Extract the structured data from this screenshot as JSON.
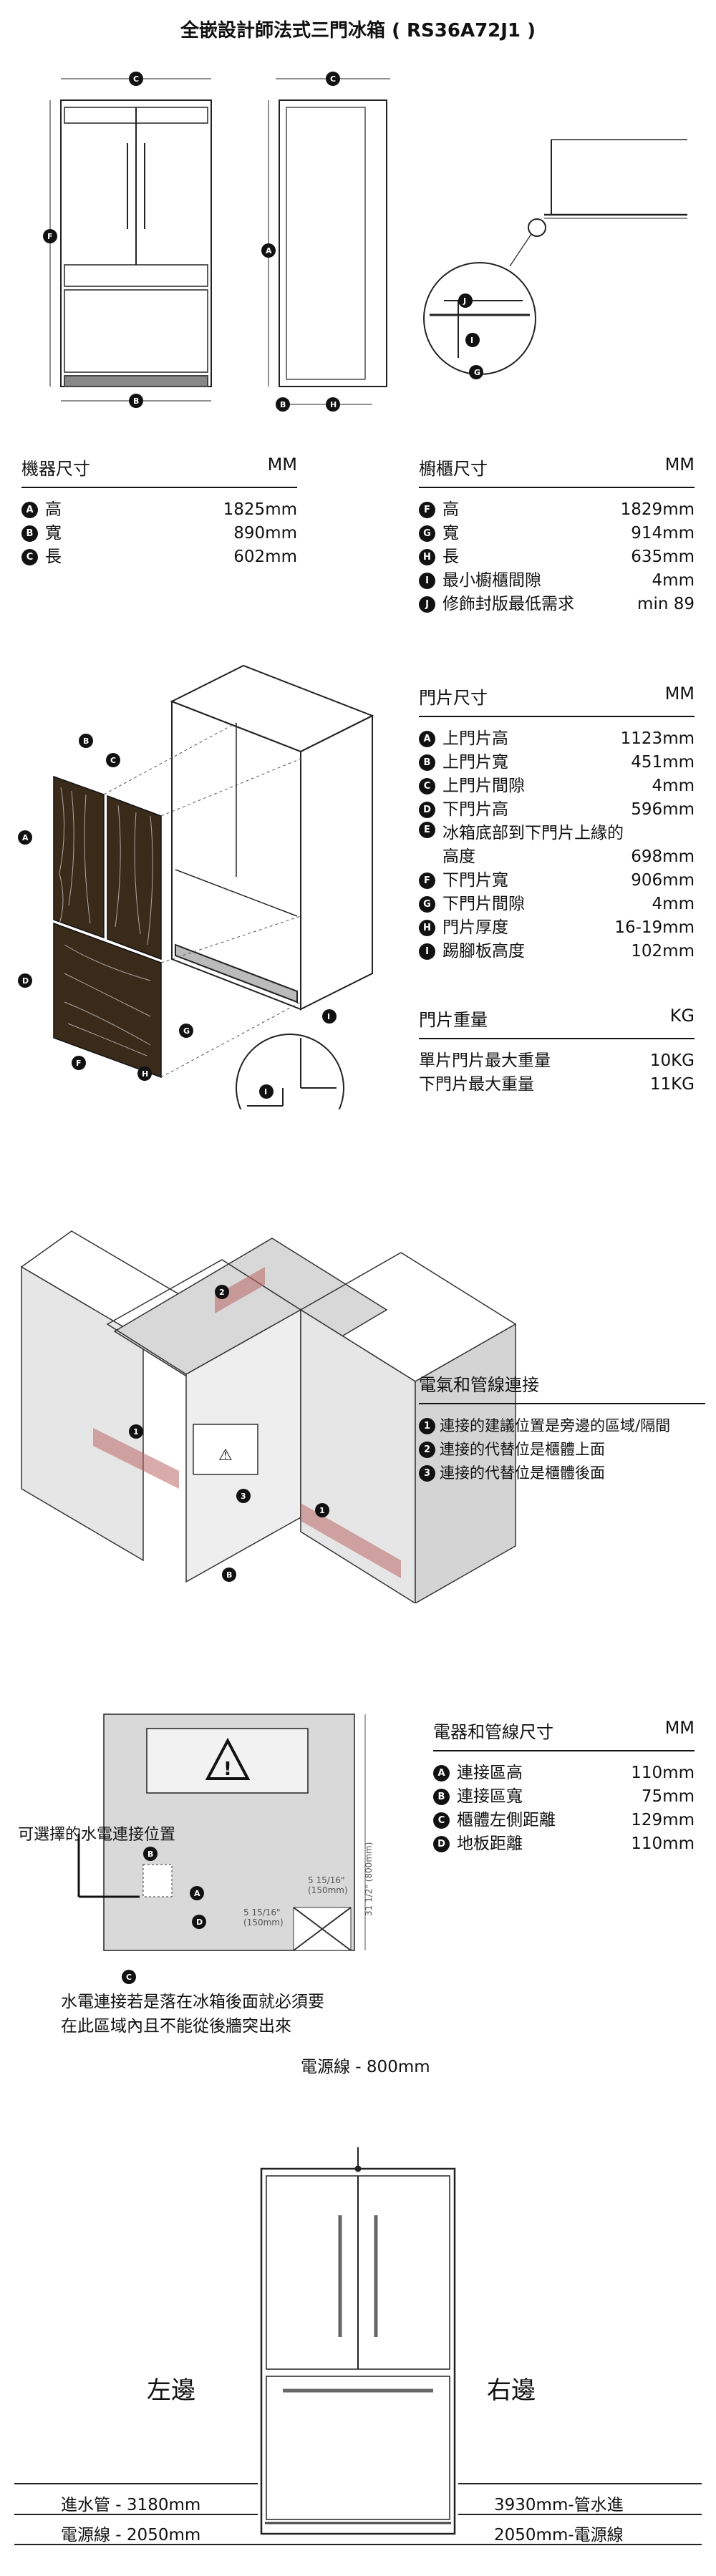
{
  "title": "全嵌設計師法式三門冰箱 ( RS36A72J1 )",
  "machine": {
    "header": "機器尺寸",
    "unit": "MM",
    "rows": [
      {
        "mark": "A",
        "label": "高",
        "value": "1825mm"
      },
      {
        "mark": "B",
        "label": "寬",
        "value": "890mm"
      },
      {
        "mark": "C",
        "label": "長",
        "value": "602mm"
      }
    ]
  },
  "cabinet": {
    "header": "櫥櫃尺寸",
    "unit": "MM",
    "rows": [
      {
        "mark": "F",
        "label": "高",
        "value": "1829mm"
      },
      {
        "mark": "G",
        "label": "寬",
        "value": "914mm"
      },
      {
        "mark": "H",
        "label": "長",
        "value": "635mm"
      },
      {
        "mark": "I",
        "label": "最小櫥櫃間隙",
        "value": "4mm"
      },
      {
        "mark": "J",
        "label": "修飾封版最低需求",
        "value": "min 89"
      }
    ]
  },
  "door": {
    "header": "門片尺寸",
    "unit": "MM",
    "rows": [
      {
        "mark": "A",
        "label": "上門片高",
        "value": "1123mm"
      },
      {
        "mark": "B",
        "label": "上門片寬",
        "value": "451mm"
      },
      {
        "mark": "C",
        "label": "上門片間隙",
        "value": "4mm"
      },
      {
        "mark": "D",
        "label": "下門片高",
        "value": "596mm"
      },
      {
        "mark": "E",
        "label": "冰箱底部到下門片上緣的高度",
        "value": "698mm"
      },
      {
        "mark": "F",
        "label": "下門片寬",
        "value": "906mm"
      },
      {
        "mark": "G",
        "label": "下門片間隙",
        "value": "4mm"
      },
      {
        "mark": "H",
        "label": "門片厚度",
        "value": "16-19mm"
      },
      {
        "mark": "I",
        "label": "踢腳板高度",
        "value": "102mm"
      }
    ]
  },
  "weight": {
    "header": "門片重量",
    "unit": "KG",
    "rows": [
      {
        "label": "單片門片最大重量",
        "value": "10KG"
      },
      {
        "label": "下門片最大重量",
        "value": "11KG"
      }
    ]
  },
  "electric": {
    "header": "電氣和管線連接",
    "items": [
      {
        "mark": "1",
        "text": "連接的建議位置是旁邊的區域/隔間"
      },
      {
        "mark": "2",
        "text": "連接的代替位是櫃體上面"
      },
      {
        "mark": "3",
        "text": "連接的代替位是櫃體後面"
      }
    ]
  },
  "pipe_dims": {
    "header": "電器和管線尺寸",
    "unit": "MM",
    "rows": [
      {
        "mark": "A",
        "label": "連接區高",
        "value": "110mm"
      },
      {
        "mark": "B",
        "label": "連接區寬",
        "value": "75mm"
      },
      {
        "mark": "C",
        "label": "櫃體左側距離",
        "value": "129mm"
      },
      {
        "mark": "D",
        "label": "地板距離",
        "value": "110mm"
      }
    ]
  },
  "wall_diagram": {
    "optional_label": "可選擇的水電連接位置",
    "note_line1": "水電連接若是落在冰箱後面就必須要",
    "note_line2": "在此區域內且不能從後牆突出來",
    "dim_a": "5 15/16\"\n(150mm)",
    "dim_b": "5 15/16\"\n(150mm)",
    "dim_vertical": "31 1/2\" (800mm)"
  },
  "cords": {
    "power_top": "電源線 - 800mm",
    "left_side": "左邊",
    "right_side": "右邊",
    "left_water": "進水管 - 3180mm",
    "left_power": "電源線 - 2050mm",
    "right_water": "3930mm-管水進",
    "right_power": "2050mm-電源線"
  }
}
